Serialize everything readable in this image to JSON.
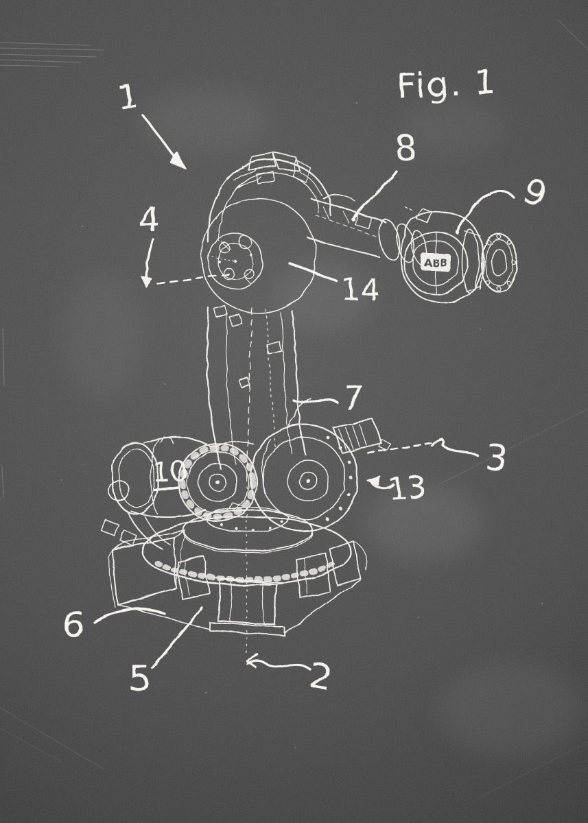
{
  "labels": {
    "fig": "Fig. 1",
    "n1": "1",
    "n2": "2",
    "n3": "3",
    "n4": "4",
    "n5": "5",
    "n6": "6",
    "n7": "7",
    "n8": "8",
    "n9": "9",
    "n10": "10",
    "n13": "13",
    "n14": "14",
    "brand": "ABB"
  },
  "colors": {
    "chalk": "#eceae5",
    "chalk_bright": "#f4f2ec",
    "board_light": "#464646",
    "board_mid": "#363636",
    "board_dark": "#1a1a1a"
  }
}
